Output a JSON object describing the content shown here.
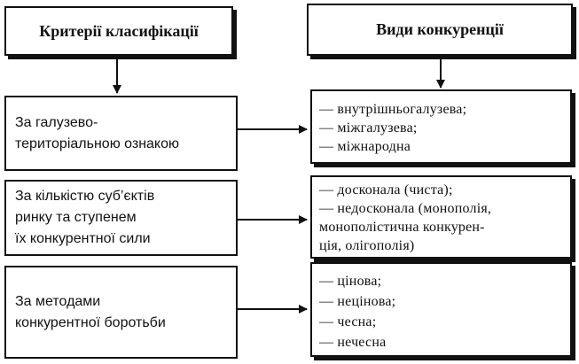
{
  "headers": {
    "criteria": "Критерії класифікації",
    "types": "Види конкуренції"
  },
  "rows": [
    {
      "criterion": [
        "За галузево-",
        "територіальною ознакою"
      ],
      "types": [
        "— внутрішньогалузева;",
        "— міжгалузева;",
        "— міжнародна"
      ]
    },
    {
      "criterion": [
        "За кількістю суб’єктів",
        "ринку та ступенем",
        "їх конкурентної сили"
      ],
      "types": [
        "— досконала (чиста);",
        "— недосконала (монополія,",
        "монополістична конкурен-",
        "ція, олігополія)"
      ]
    },
    {
      "criterion": [
        "За методами",
        "конкурентної боротьби"
      ],
      "types": [
        "— цінова;",
        "— нецінова;",
        "— чесна;",
        "— нечесна"
      ]
    }
  ]
}
